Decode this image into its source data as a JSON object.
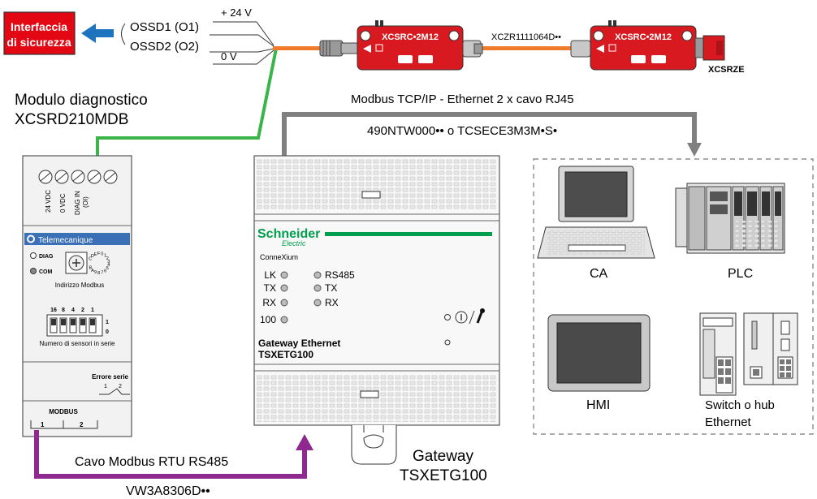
{
  "safety_interface": {
    "line1": "Interfaccia",
    "line2": "di sicurezza",
    "color": "#e30613"
  },
  "signals": {
    "ossd1": "OSSD1 (O1)",
    "ossd2": "OSSD2 (O2)",
    "plus24": "+ 24 V",
    "zero": "0 V"
  },
  "sensors": {
    "label1": "XCSRC•2M12",
    "label2": "XCSRC•2M12",
    "cable": "XCZR1111064D••",
    "terminator": "XCSRZE",
    "color": "#d8191f"
  },
  "diag_module": {
    "title_line1": "Modulo diagnostico",
    "title_line2": "XCSRD210MDB",
    "terminals": [
      "24 VDC",
      "0 VDC",
      "DIAG IN",
      "(OI)"
    ],
    "brand": "Telemecanique",
    "led_diag": "DIAG",
    "led_com": "COM",
    "rotary_label": "Indirizzo Modbus",
    "hex_digits": "CDEF0123456789AB",
    "dip_values": [
      "16",
      "8",
      "4",
      "2",
      "1"
    ],
    "dip_on": "1",
    "dip_off": "0",
    "sensors_label": "Numero di sensori in serie",
    "error_label": "Errore serie",
    "error_pins": [
      "1",
      "2"
    ],
    "modbus_label": "MODBUS",
    "modbus_ports": [
      "1",
      "2"
    ]
  },
  "network": {
    "top_label": "Modbus TCP/IP - Ethernet 2 x cavo RJ45",
    "cable_ref": "490NTW000•• o TCSECE3M3M•S•"
  },
  "gateway": {
    "brand_line1": "Schneider",
    "brand_line2": "Electric",
    "brand_color": "#009e4d",
    "series": "ConneXium",
    "leds_left": [
      "LK",
      "TX",
      "RX",
      "100"
    ],
    "leds_right": [
      "RS485",
      "TX",
      "RX"
    ],
    "panel_title": "Gateway Ethernet",
    "panel_model": "TSXETG100",
    "caption_line1": "Gateway",
    "caption_line2": "TSXETG100"
  },
  "modbus_cable": {
    "label": "Cavo Modbus RTU RS485",
    "ref": "VW3A8306D••",
    "color": "#8e2a8f"
  },
  "devices": {
    "pc": "CA",
    "plc": "PLC",
    "hmi": "HMI",
    "switch_line1": "Switch o hub",
    "switch_line2": "Ethernet"
  },
  "colors": {
    "green_wire": "#3bb54a",
    "orange_cable": "#f07b2a",
    "gray_cable": "#808080",
    "blue_arrow": "#1e73be"
  }
}
